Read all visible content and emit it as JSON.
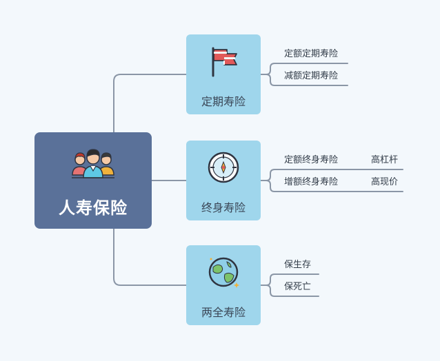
{
  "root": {
    "title": "人寿保险",
    "icon": "family-icon"
  },
  "branches": [
    {
      "label": "定期寿险",
      "icon": "flag-icon",
      "leaves": [
        {
          "text": "定额定期寿险",
          "sub": ""
        },
        {
          "text": "减额定期寿险",
          "sub": ""
        }
      ]
    },
    {
      "label": "终身寿险",
      "icon": "compass-icon",
      "leaves": [
        {
          "text": "定额终身寿险",
          "sub": "高杠杆"
        },
        {
          "text": "增额终身寿险",
          "sub": "高现价"
        }
      ]
    },
    {
      "label": "两全寿险",
      "icon": "globe-icon",
      "leaves": [
        {
          "text": "保生存",
          "sub": ""
        },
        {
          "text": "保死亡",
          "sub": ""
        }
      ]
    }
  ],
  "colors": {
    "background": "#f3f8fc",
    "root_fill": "#5a7199",
    "branch_fill": "#9fd6ec",
    "connector": "#8a96a6"
  }
}
